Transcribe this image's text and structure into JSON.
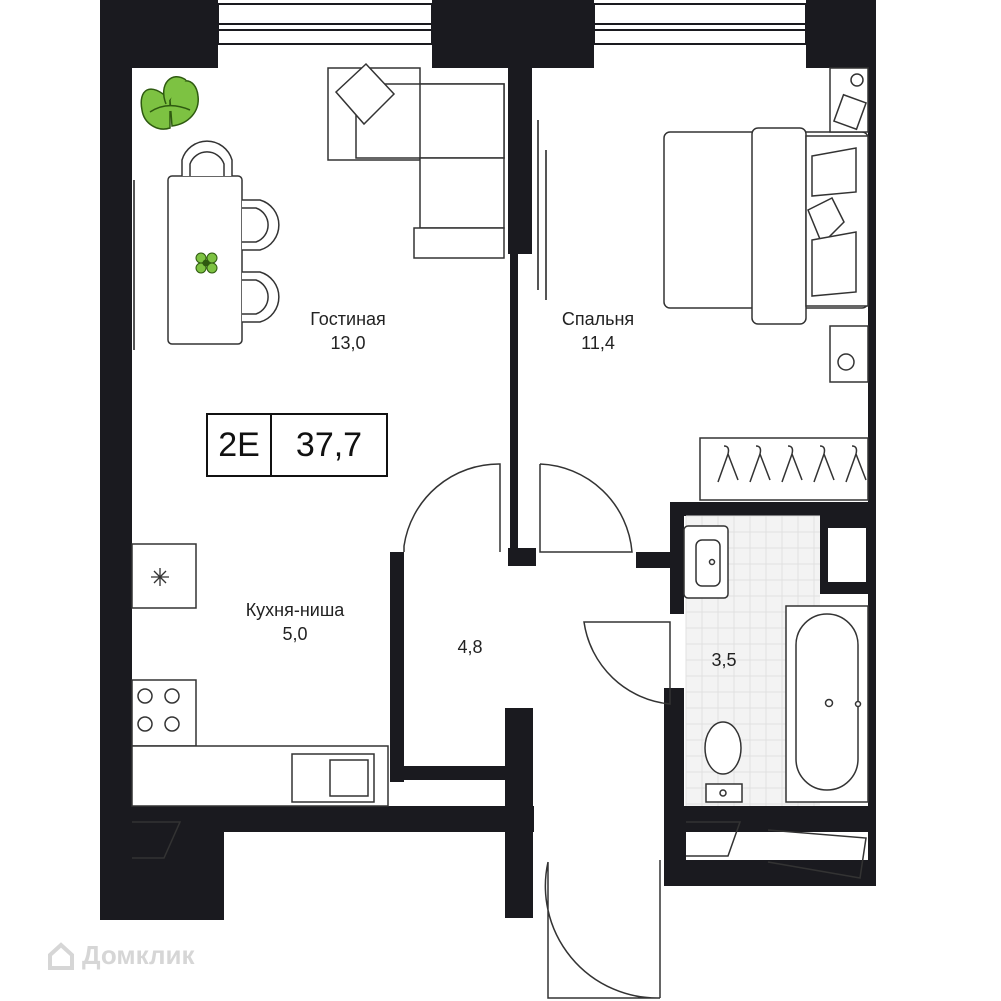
{
  "plan": {
    "apartment_code": "2E",
    "total_area": "37,7",
    "rooms": [
      {
        "name": "Гостиная",
        "area": "13,0"
      },
      {
        "name": "Спальня",
        "area": "11,4"
      },
      {
        "name": "Кухня-ниша",
        "area": "5,0"
      },
      {
        "name": "",
        "area": "4,8"
      },
      {
        "name": "",
        "area": "3,5"
      }
    ]
  },
  "watermark": {
    "text": "Домклик",
    "icon": "house-logo-icon"
  },
  "colors": {
    "wall": "#1a1a1f",
    "line": "#333333",
    "plant": "#7dc242",
    "tile": "#e6e6e6"
  }
}
